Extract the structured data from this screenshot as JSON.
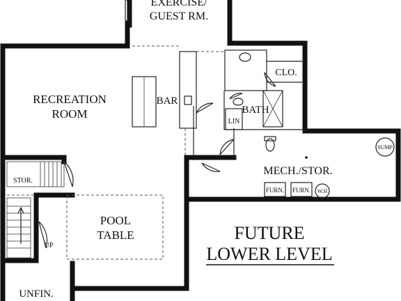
{
  "rooms": {
    "exercise_line1": "EXERCISE/",
    "exercise_line2": "GUEST RM.",
    "recreation_line1": "RECREATION",
    "recreation_line2": "ROOM",
    "bar": "BAR",
    "closet": "CLO.",
    "bath": "BATH",
    "linen": "LIN",
    "mech": "MECH./STOR.",
    "sump": "SUMP",
    "furnace": "FURN.",
    "water_heater": "W.H",
    "storage": "STOR.",
    "pool_line1": "POOL",
    "pool_line2": "TABLE",
    "stair_up": "UP",
    "unfinished": "UNFIN."
  },
  "title": {
    "line1": "FUTURE",
    "line2": "LOWER LEVEL"
  }
}
